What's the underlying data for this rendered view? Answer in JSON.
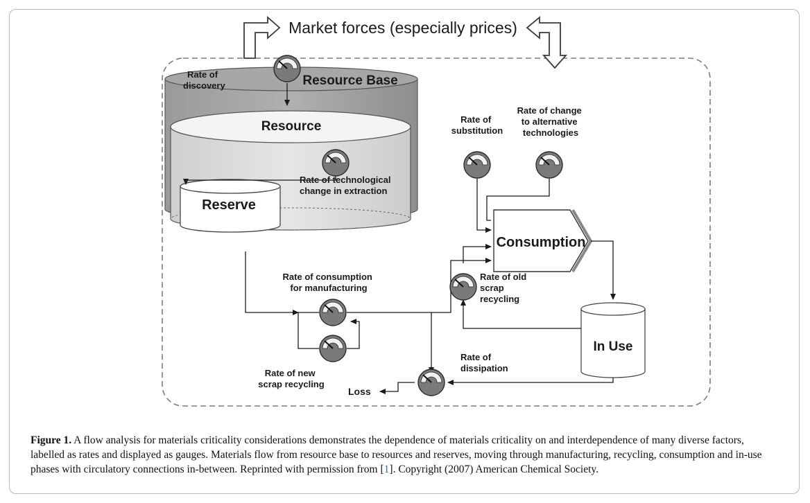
{
  "diagram": {
    "market_forces": "Market forces (especially prices)",
    "resource_base": "Resource Base",
    "resource": "Resource",
    "reserve": "Reserve",
    "consumption": "Consumption",
    "in_use": "In Use",
    "loss": "Loss",
    "rate_discovery": [
      "Rate of",
      "discovery"
    ],
    "rate_tech_extraction": [
      "Rate of technological",
      "change in extraction"
    ],
    "rate_substitution": [
      "Rate of",
      "substitution"
    ],
    "rate_alt_tech": [
      "Rate of change",
      "to alternative",
      "technologies"
    ],
    "rate_consumption_mfg": [
      "Rate of consumption",
      "for manufacturing"
    ],
    "rate_old_scrap": [
      "Rate of old",
      "scrap",
      "recycling"
    ],
    "rate_new_scrap": [
      "Rate of new",
      "scrap recycling"
    ],
    "rate_dissipation": [
      "Rate of",
      "dissipation"
    ]
  },
  "caption": {
    "label": "Figure 1.",
    "text_1": " A flow analysis for materials criticality considerations demonstrates the dependence of materials criticality on and interdependence of many diverse factors, labelled as rates and displayed as gauges. Materials flow from resource base to resources and reserves, moving through manufacturing, recycling, consumption and in-use phases with circulatory connections in-between. Reprinted with permission from [",
    "ref": "1",
    "text_2": "]. Copyright (2007) American Chemical Society."
  },
  "colors": {
    "gauge": "#7a7a7a",
    "cylinder_dark": "#8c8c8c",
    "cylinder_light": "#d6d6d6",
    "frame": "#b9b9b9",
    "link": "#2a6fb5"
  }
}
